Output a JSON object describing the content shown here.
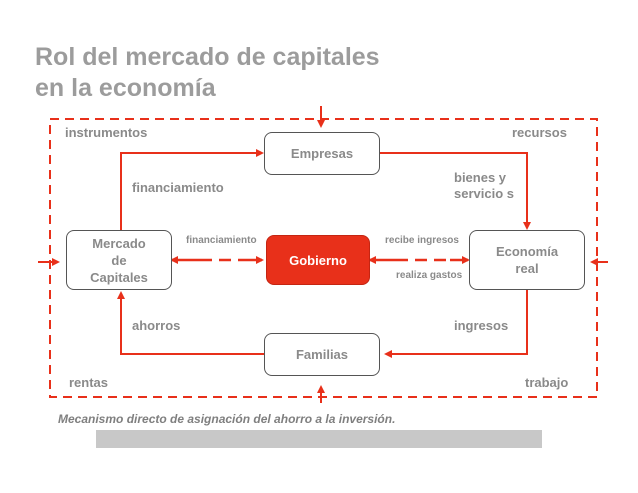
{
  "title": "Rol del mercado de capitales\nen la economía",
  "nodes": {
    "empresas": "Empresas",
    "mercado": "Mercado de Capitales",
    "gobierno": "Gobierno",
    "economia": "Economía real",
    "familias": "Familias"
  },
  "labels": {
    "instrumentos": "instrumentos",
    "recursos": "recursos",
    "rentas": "rentas",
    "trabajo": "trabajo",
    "financiamiento_top": "financiamiento",
    "financiamiento_gov": "financiamiento",
    "bienes": "bienes y servicio s",
    "recibe": "recibe ingresos",
    "realiza": "realiza gastos",
    "ahorros": "ahorros",
    "ingresos": "ingresos"
  },
  "caption": "Mecanismo directo de asignación del ahorro a la inversión.",
  "colors": {
    "accent": "#e8301a",
    "text": "#8a8a8a",
    "title": "#9c9c9c"
  }
}
